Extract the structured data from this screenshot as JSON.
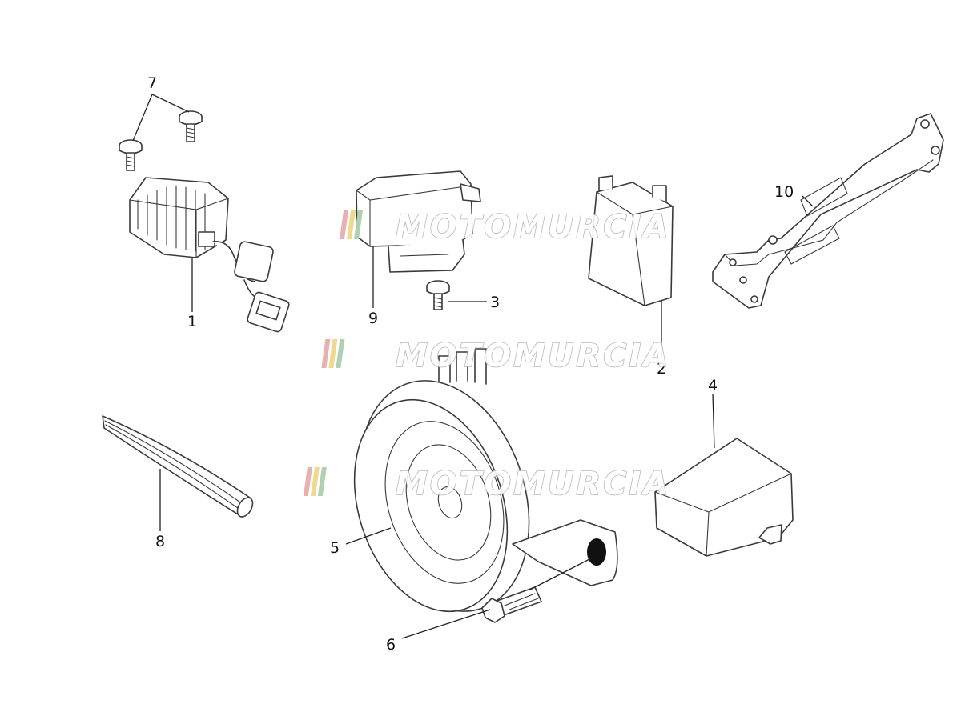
{
  "watermark": {
    "text": "MOTOMURCIA",
    "stripe_colors": [
      "#e8b0b0",
      "#f0d890",
      "#b0d0b0"
    ]
  },
  "callouts": {
    "c1": "1",
    "c2": "2",
    "c3": "3",
    "c4": "4",
    "c5": "5",
    "c6": "6",
    "c7": "7",
    "c8": "8",
    "c9": "9",
    "c10": "10"
  },
  "colors": {
    "line": "#3a3a3a",
    "fill": "#ffffff",
    "dark": "#111111"
  }
}
